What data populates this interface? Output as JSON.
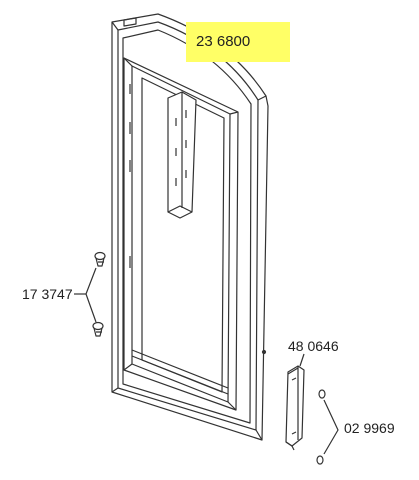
{
  "callouts": {
    "main_part": "23 6800",
    "screws": "17 3747",
    "hinge": "48 0646",
    "washers": "02 9969"
  },
  "colors": {
    "highlight": "#ffff66",
    "line": "#333333",
    "background": "#ffffff"
  }
}
